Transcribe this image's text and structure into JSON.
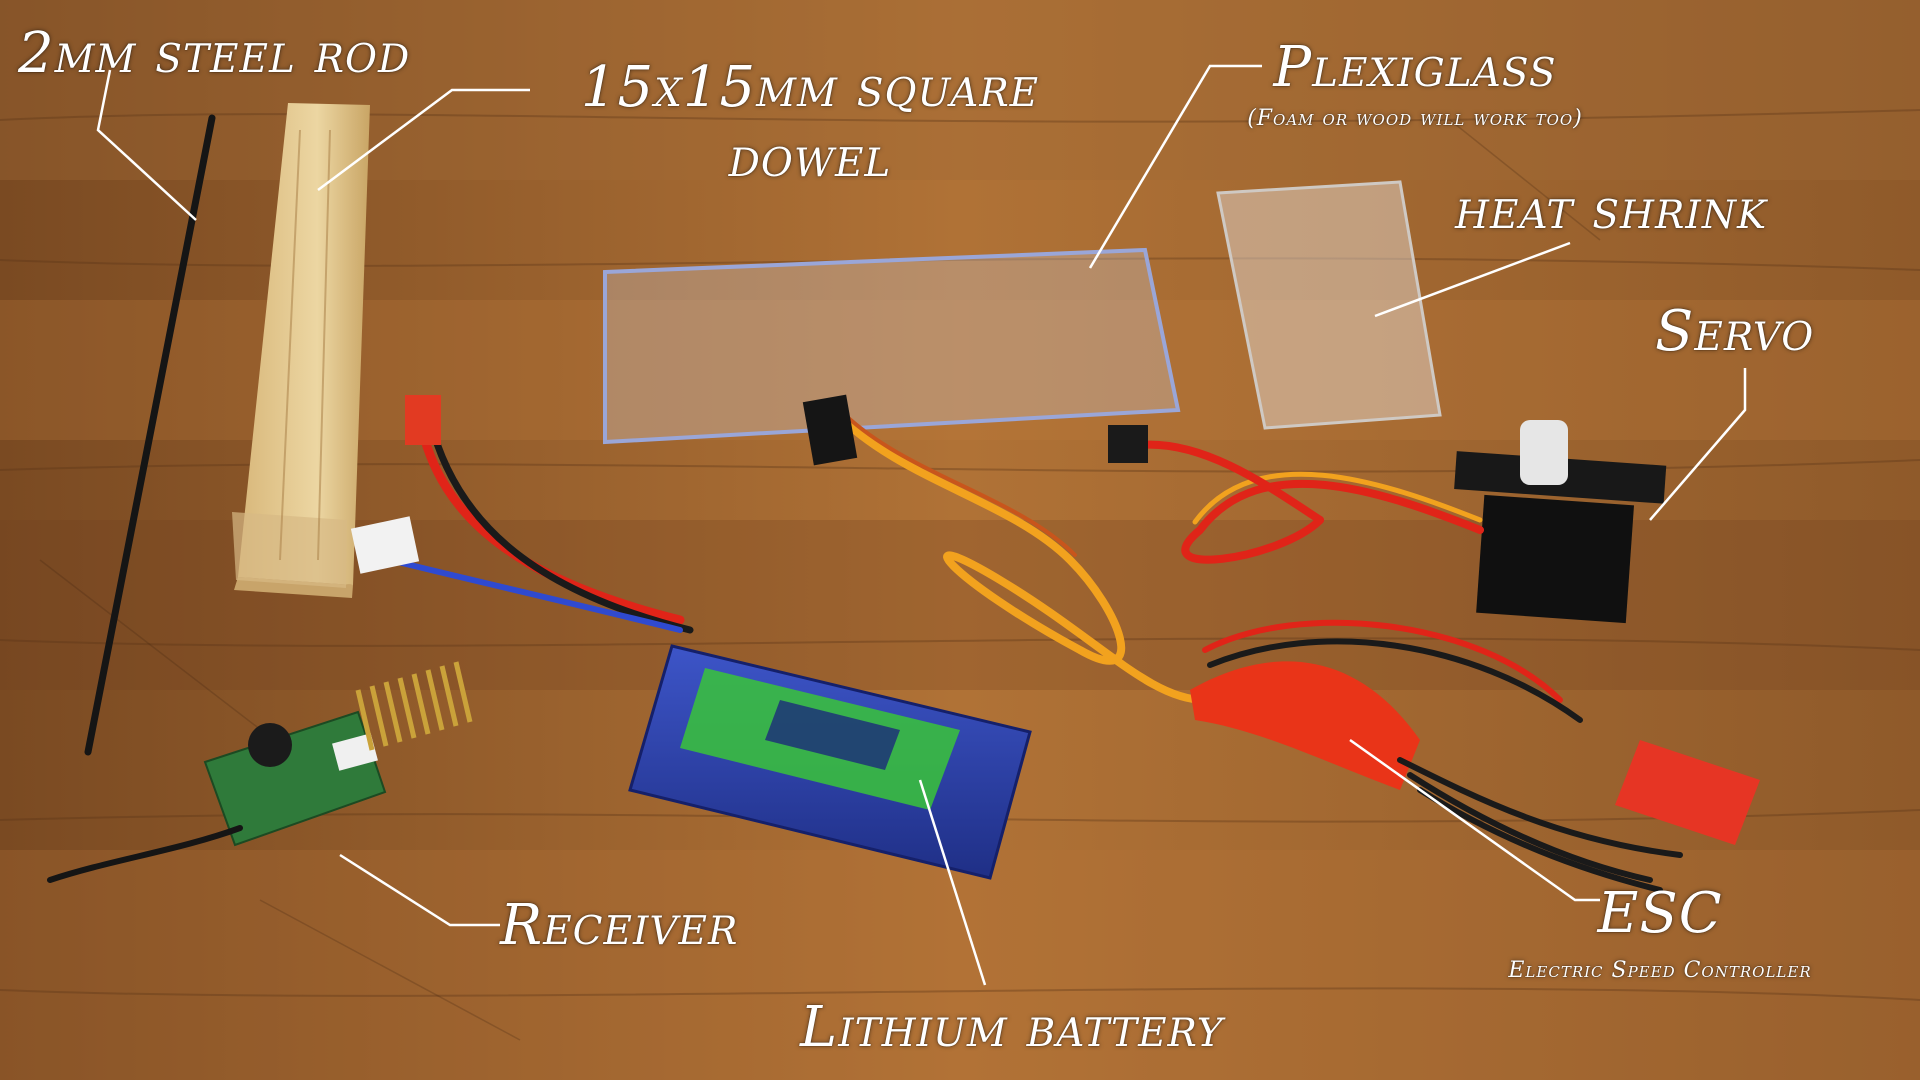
{
  "labels": {
    "steel_rod": "2mm steel rod",
    "dowel_line1": "15x15mm square",
    "dowel_line2": "dowel",
    "plexiglass": "Plexiglass",
    "plexiglass_note": "(Foam or wood will work too)",
    "heat_shrink": "heat shrink",
    "servo": "Servo",
    "receiver": "Receiver",
    "battery": "Lithium battery",
    "esc": "ESC",
    "esc_note": "Electric Speed Controller"
  },
  "colors": {
    "label_text": "#ffffff",
    "leader_line": "#ffffff",
    "wood": "#a8692f",
    "wire_red": "#e02418",
    "wire_orange": "#f2a21e",
    "battery_blue": "#2a3fa8",
    "battery_label_green": "#39c43a",
    "pcb_green": "#2f7a3a"
  },
  "pcb_parts": "on a wooden table with labeled components"
}
